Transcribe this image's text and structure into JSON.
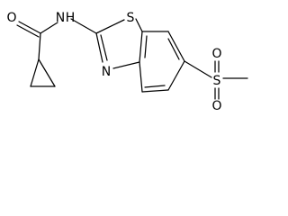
{
  "atoms": {
    "O_amide": "O",
    "N_H": "N",
    "H_amide": "H",
    "S_ring": "S",
    "N_ring": "N",
    "S_sulfonyl": "S",
    "O_sulfonyl_1": "O",
    "O_sulfonyl_2": "O"
  }
}
